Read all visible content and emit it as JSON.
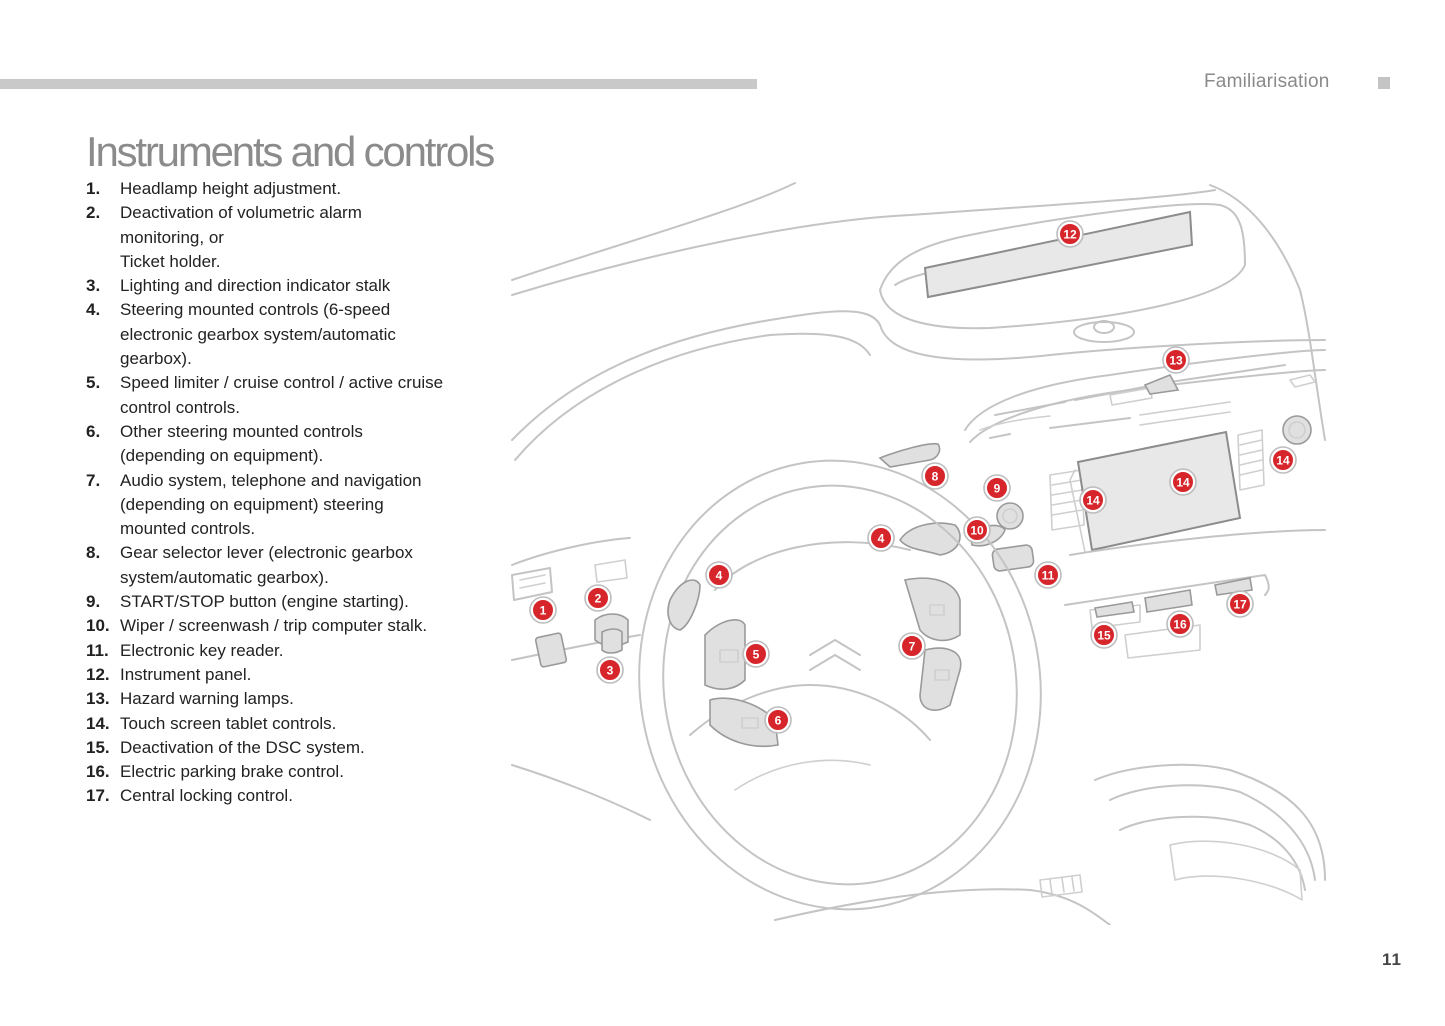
{
  "header": {
    "section_label": "Familiarisation"
  },
  "page": {
    "title": "Instruments and controls",
    "number": "11"
  },
  "legend": [
    {
      "num": "1.",
      "text": "Headlamp height adjustment."
    },
    {
      "num": "2.",
      "text": "Deactivation of volumetric alarm\nmonitoring, or\nTicket holder."
    },
    {
      "num": "3.",
      "text": "Lighting and direction indicator stalk"
    },
    {
      "num": "4.",
      "text": "Steering mounted controls (6-speed\nelectronic gearbox system/automatic\ngearbox)."
    },
    {
      "num": "5.",
      "text": "Speed limiter / cruise control / active cruise\ncontrol controls."
    },
    {
      "num": "6.",
      "text": "Other steering mounted controls\n(depending on equipment)."
    },
    {
      "num": "7.",
      "text": "Audio system, telephone and navigation\n(depending on equipment) steering\nmounted controls."
    },
    {
      "num": "8.",
      "text": "Gear selector lever (electronic gearbox\nsystem/automatic gearbox)."
    },
    {
      "num": "9.",
      "text": "START/STOP button (engine starting)."
    },
    {
      "num": "10.",
      "text": "Wiper / screenwash / trip computer stalk."
    },
    {
      "num": "11.",
      "text": "Electronic key reader."
    },
    {
      "num": "12.",
      "text": "Instrument panel."
    },
    {
      "num": "13.",
      "text": "Hazard warning lamps."
    },
    {
      "num": "14.",
      "text": "Touch screen tablet controls."
    },
    {
      "num": "15.",
      "text": "Deactivation of the DSC system."
    },
    {
      "num": "16.",
      "text": "Electric parking brake control."
    },
    {
      "num": "17.",
      "text": "Central locking control."
    }
  ],
  "diagram": {
    "callouts": [
      "1",
      "2",
      "3",
      "4",
      "4",
      "5",
      "6",
      "7",
      "8",
      "9",
      "10",
      "11",
      "12",
      "13",
      "14",
      "14",
      "14",
      "15",
      "16",
      "17"
    ]
  },
  "colors": {
    "callout": "#d7262b",
    "title": "#8b8b8b",
    "bar": "#c9c9c9"
  }
}
